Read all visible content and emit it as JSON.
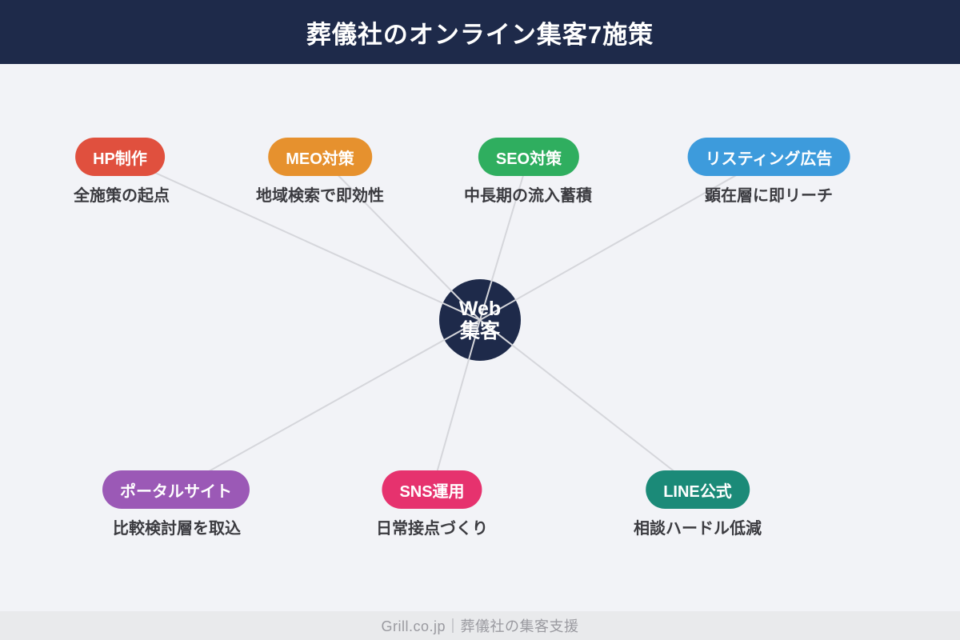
{
  "title": "葬儀社のオンライン集客7施策",
  "hub": {
    "line1": "Web",
    "line2": "集客",
    "color": "#1e2a4a"
  },
  "nodes": [
    {
      "label": "HP制作",
      "caption": "全施策の起点",
      "color": "#e0503e"
    },
    {
      "label": "MEO対策",
      "caption": "地域検索で即効性",
      "color": "#e6912e"
    },
    {
      "label": "SEO対策",
      "caption": "中長期の流入蓄積",
      "color": "#2fae5f"
    },
    {
      "label": "リスティング広告",
      "caption": "顕在層に即リーチ",
      "color": "#3d9bdc"
    },
    {
      "label": "ポータルサイト",
      "caption": "比較検討層を取込",
      "color": "#9b59b6"
    },
    {
      "label": "SNS運用",
      "caption": "日常接点づくり",
      "color": "#e6326e"
    },
    {
      "label": "LINE公式",
      "caption": "相談ハードル低減",
      "color": "#1b8a78"
    }
  ],
  "footer": "Grill.co.jp｜葬儀社の集客支援",
  "colors": {
    "header_bg": "#1e2a4a",
    "page_bg": "#f2f3f7",
    "connector": "#d5d6db",
    "caption_text": "#3b3b40",
    "footer_bg": "#e9eaec",
    "footer_text": "#9a9aa0"
  }
}
